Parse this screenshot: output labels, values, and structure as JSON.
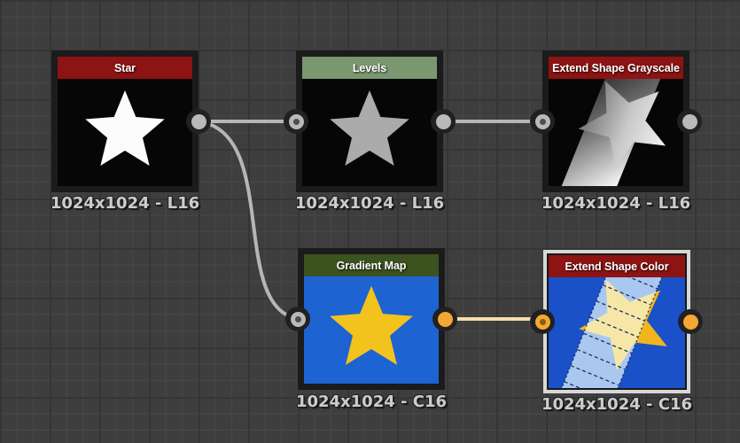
{
  "app": {
    "view": "node-graph-editor"
  },
  "nodes": [
    {
      "id": "star",
      "title": "Star",
      "header_color": "#8e1313",
      "caption": "1024x1024 - L16",
      "output_type": "grayscale",
      "selected": false
    },
    {
      "id": "levels",
      "title": "Levels",
      "header_color": "#7a9770",
      "caption": "1024x1024 - L16",
      "output_type": "grayscale",
      "selected": false
    },
    {
      "id": "extend-shape-grayscale",
      "title": "Extend Shape Grayscale",
      "header_color": "#8e1313",
      "caption": "1024x1024 - L16",
      "output_type": "grayscale",
      "selected": false
    },
    {
      "id": "gradient-map",
      "title": "Gradient Map",
      "header_color": "#3c521f",
      "caption": "1024x1024 - C16",
      "output_type": "color",
      "selected": false
    },
    {
      "id": "extend-shape-color",
      "title": "Extend Shape Color",
      "header_color": "#8e1313",
      "caption": "1024x1024 - C16",
      "output_type": "color",
      "selected": true
    }
  ],
  "wires": [
    {
      "from": "star.output",
      "to": "levels.input",
      "type": "grayscale"
    },
    {
      "from": "levels.output",
      "to": "extend-shape-grayscale.input",
      "type": "grayscale"
    },
    {
      "from": "star.output",
      "to": "gradient-map.input",
      "type": "grayscale"
    },
    {
      "from": "gradient-map.output",
      "to": "extend-shape-color.input",
      "type": "color"
    }
  ],
  "colors": {
    "grid_background": "#3e3e3e",
    "node_frame": "#1b1b1b",
    "selection_border": "#d8d8d8",
    "header_red": "#8e1313",
    "header_sage_green": "#7a9770",
    "header_olive_green": "#3c521f",
    "wire_grayscale": "#b6b6b6",
    "wire_color": "#f8dcae",
    "connector_grayscale": "#b9b9b9",
    "connector_color": "#f5a733",
    "thumb_black": "#060606",
    "thumb_blue": "#1d63d2",
    "star_white": "#fbfbfb",
    "star_gray": "#ababab",
    "star_yellow": "#f2c31d"
  }
}
